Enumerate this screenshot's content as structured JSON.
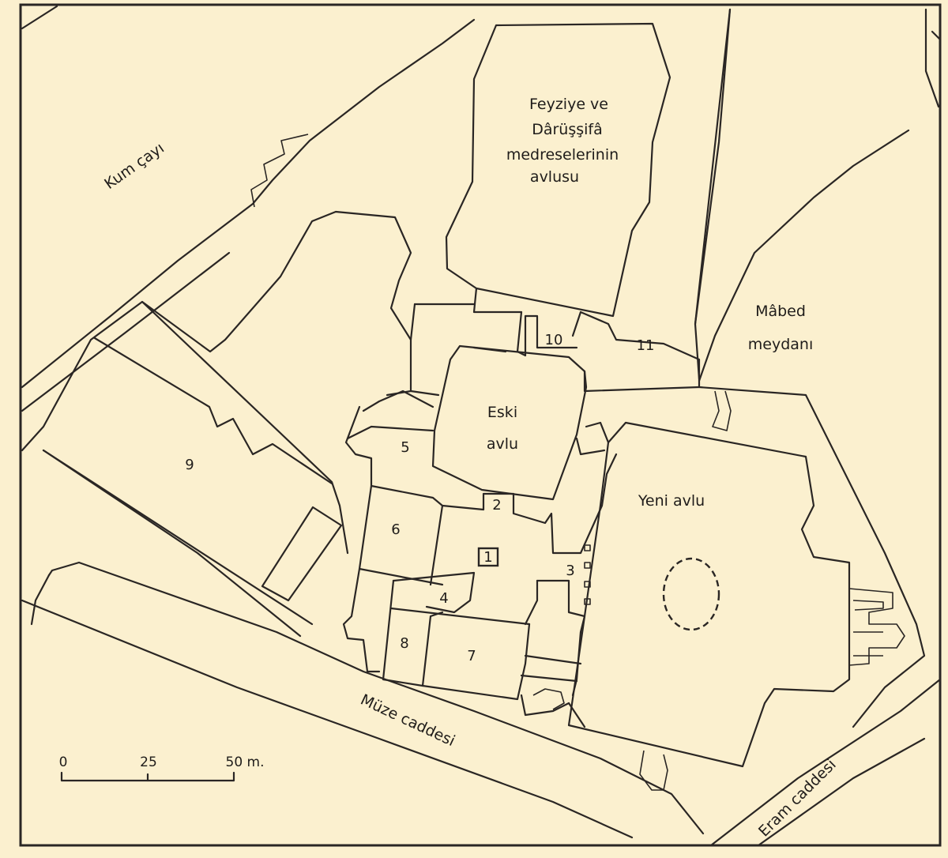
{
  "plan": {
    "streets": {
      "kum_cayi": "Kum çayı",
      "muze_caddesi": "Müze caddesi",
      "eram_caddesi": "Eram caddesi"
    },
    "areas": {
      "medrese_line1": "Feyziye ve",
      "medrese_line2": "Dârüşşifâ",
      "medrese_line3": "medreselerinin",
      "medrese_line4": "avlusu",
      "mabed_line1": "Mâbed",
      "mabed_line2": "meydanı",
      "eski_line1": "Eski",
      "eski_line2": "avlu",
      "yeni": "Yeni avlu"
    },
    "numbers": {
      "n1": "1",
      "n2": "2",
      "n3": "3",
      "n4": "4",
      "n5": "5",
      "n6": "6",
      "n7": "7",
      "n8": "8",
      "n9": "9",
      "n10": "10",
      "n11": "11"
    },
    "scale": {
      "t0": "0",
      "t25": "25",
      "t50": "50 m."
    }
  },
  "colors": {
    "paper": "#fbf0cf",
    "ink": "#2a2624"
  }
}
